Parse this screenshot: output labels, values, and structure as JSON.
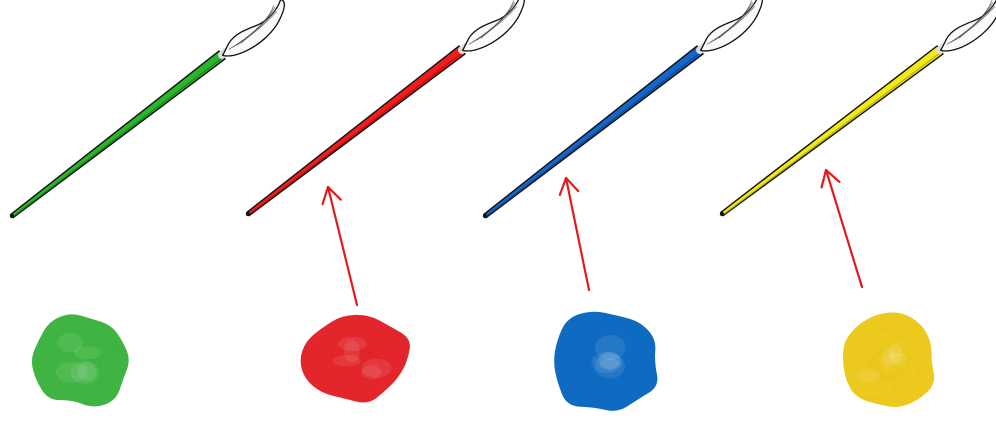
{
  "brushes": [
    {
      "name": "green-brush",
      "color": "#2ab52a",
      "dark": "#157a15"
    },
    {
      "name": "red-brush",
      "color": "#f21c1c",
      "dark": "#a30d0d"
    },
    {
      "name": "blue-brush",
      "color": "#1466c8",
      "dark": "#0b3f85"
    },
    {
      "name": "yellow-brush",
      "color": "#f2ea18",
      "dark": "#a69e08"
    }
  ],
  "blobs": [
    {
      "name": "green-paint-blob",
      "color": "#3fb443"
    },
    {
      "name": "red-paint-blob",
      "color": "#e2262b"
    },
    {
      "name": "blue-paint-blob",
      "color": "#0f6bc2"
    },
    {
      "name": "yellow-paint-blob",
      "color": "#ecc91d"
    }
  ],
  "arrows": [
    {
      "name": "red-arrow",
      "color": "#e31a1a"
    },
    {
      "name": "blue-arrow",
      "color": "#e31a1a"
    },
    {
      "name": "yellow-arrow",
      "color": "#e31a1a"
    }
  ]
}
